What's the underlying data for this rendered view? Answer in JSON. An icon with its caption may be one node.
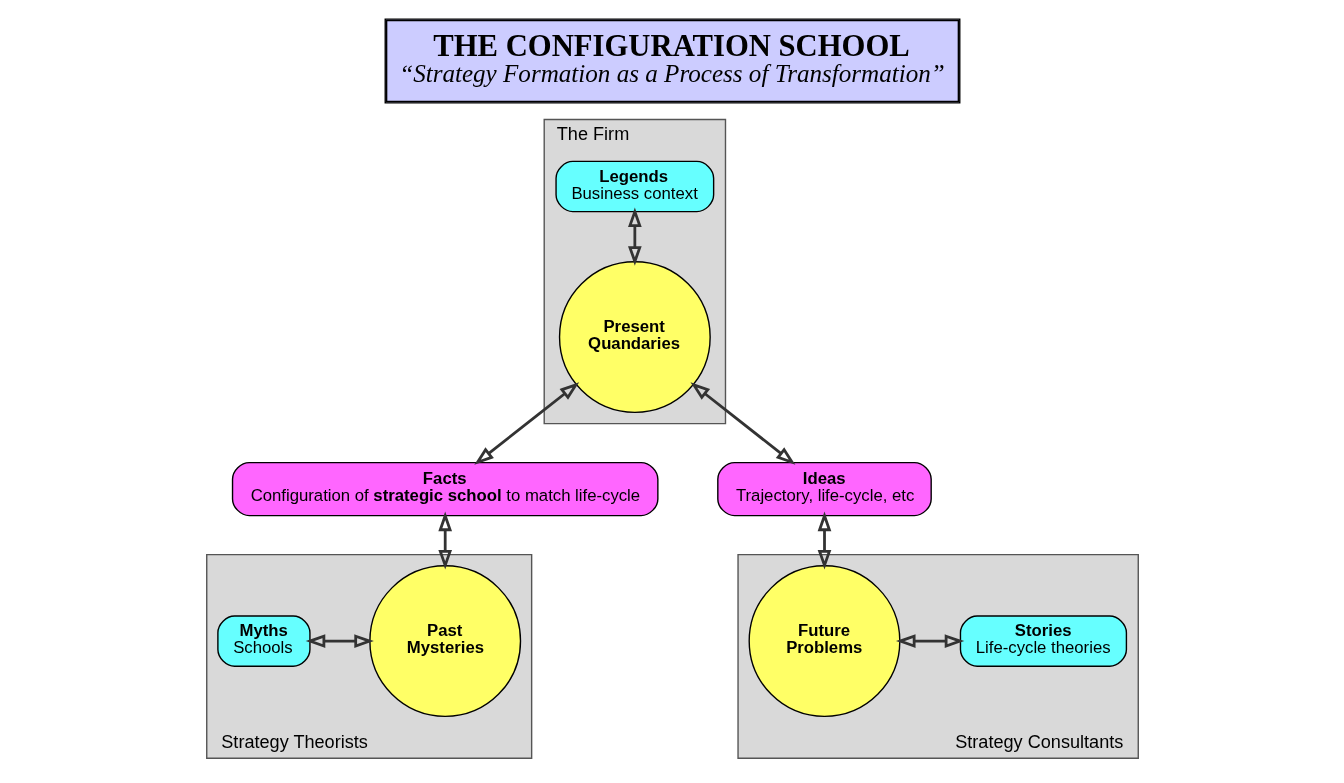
{
  "diagram": {
    "title": "THE CONFIGURATION SCHOOL",
    "caption": "“Strategy Formation as a Process of Transformation”",
    "nodes": [
      {
        "text": [
          "The Firm"
        ]
      },
      {
        "text": [
          "Legends",
          "Business context"
        ],
        "in": 0
      },
      {
        "text": [
          "Present Quandaries"
        ],
        "in": 0
      },
      {
        "text": [
          "Facts",
          "Configuration of **strategic school** to match life-cycle"
        ]
      },
      {
        "text": [
          "Ideas",
          "Trajectory, life-cycle, etc"
        ]
      },
      {
        "text": [
          "Strategy Theorists"
        ]
      },
      {
        "text": [
          "Myths",
          "Schools"
        ],
        "in": 5
      },
      {
        "text": [
          "Past Mysteries"
        ],
        "in": 5
      },
      {
        "text": [
          "Strategy Consultants"
        ]
      },
      {
        "text": [
          "Future Problems"
        ],
        "in": 8
      },
      {
        "text": [
          "Stories",
          "Life-cycle theories"
        ],
        "in": 8
      }
    ],
    "edges": [
      {
        "from": 1,
        "to": 2,
        "arrow": "both"
      },
      {
        "from": 2,
        "to": 3,
        "arrow": "both"
      },
      {
        "from": 2,
        "to": 4,
        "arrow": "both"
      },
      {
        "from": 3,
        "to": 7,
        "arrow": "both"
      },
      {
        "from": 4,
        "to": 9,
        "arrow": "both"
      },
      {
        "from": 6,
        "to": 7,
        "arrow": "both"
      },
      {
        "from": 9,
        "to": 10,
        "arrow": "both"
      }
    ]
  }
}
